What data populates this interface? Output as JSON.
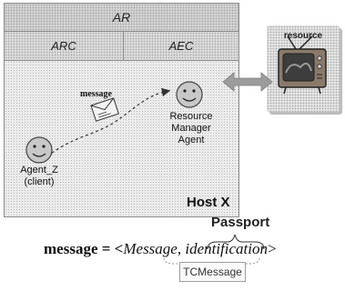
{
  "host": {
    "ar_label": "AR",
    "arc_label": "ARC",
    "aec_label": "AEC",
    "host_label": "Host X"
  },
  "agents": {
    "client_name": "Agent_Z",
    "client_role": "(client)",
    "manager_line1": "Resource",
    "manager_line2": "Manager Agent"
  },
  "message_label": "message",
  "resource": {
    "title": "resource"
  },
  "formula": {
    "lhs": "message = <",
    "message_term": "Message",
    "separator": ", ",
    "identification_term": "identification",
    "close": ">",
    "passport_label": "Passport",
    "tcmessage_label": "TCMessage"
  },
  "colors": {
    "smiley_face": "#c8c8c8",
    "arrow_gray": "#9c9c9c"
  }
}
